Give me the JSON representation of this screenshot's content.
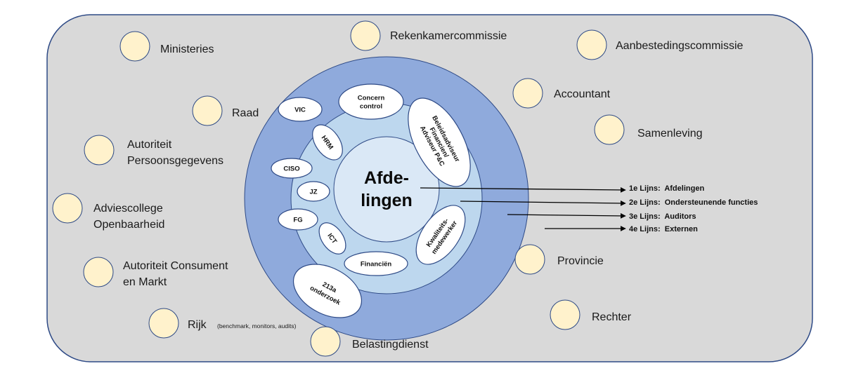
{
  "colors": {
    "background_panel": "#d9d9d9",
    "panel_border": "#2e4a86",
    "outer_ring": "#8faadc",
    "middle_ring": "#bdd7ee",
    "core": "#dae8f6",
    "unit_fill": "#ffffff",
    "stakeholder_fill": "#fff2cc",
    "arrow": "#000000"
  },
  "core": {
    "line1": "Afde-",
    "line2": "lingen"
  },
  "units": [
    {
      "id": "concern-control",
      "lines": [
        "Concern",
        "control"
      ]
    },
    {
      "id": "vic",
      "lines": [
        "VIC"
      ]
    },
    {
      "id": "hrm",
      "lines": [
        "HRM"
      ]
    },
    {
      "id": "ciso",
      "lines": [
        "CISO"
      ]
    },
    {
      "id": "jz",
      "lines": [
        "JZ"
      ]
    },
    {
      "id": "fg",
      "lines": [
        "FG"
      ]
    },
    {
      "id": "ict",
      "lines": [
        "ICT"
      ]
    },
    {
      "id": "financien",
      "lines": [
        "Financiën"
      ]
    },
    {
      "id": "kwaliteit",
      "lines": [
        "Kwaliteits-",
        "medewerker"
      ]
    },
    {
      "id": "beleidsadviseur",
      "lines": [
        "Beleidsadviseur",
        "Financien/",
        "Adviseur P&C"
      ]
    },
    {
      "id": "onderzoek-213a",
      "lines": [
        "213a",
        "onderzoek"
      ]
    }
  ],
  "stakeholders": [
    {
      "id": "ministeries",
      "lines": [
        "Ministeries"
      ]
    },
    {
      "id": "rekenkamercommissie",
      "lines": [
        "Rekenkamercommissie"
      ]
    },
    {
      "id": "aanbestedingscommissie",
      "lines": [
        "Aanbestedingscommissie"
      ]
    },
    {
      "id": "raad",
      "lines": [
        "Raad"
      ]
    },
    {
      "id": "accountant",
      "lines": [
        "Accountant"
      ]
    },
    {
      "id": "samenleving",
      "lines": [
        "Samenleving"
      ]
    },
    {
      "id": "autoriteit-persoonsgegevens",
      "lines": [
        "Autoriteit",
        "Persoonsgegevens"
      ]
    },
    {
      "id": "adviescollege-openbaarheid",
      "lines": [
        "Adviescollege",
        "Openbaarheid"
      ]
    },
    {
      "id": "autoriteit-consument-markt",
      "lines": [
        "Autoriteit Consument",
        "en Markt"
      ]
    },
    {
      "id": "rijk",
      "lines": [
        "Rijk"
      ],
      "note": "(benchmark, monitors, audits)"
    },
    {
      "id": "belastingdienst",
      "lines": [
        "Belastingdienst"
      ]
    },
    {
      "id": "provincie",
      "lines": [
        "Provincie"
      ]
    },
    {
      "id": "rechter",
      "lines": [
        "Rechter"
      ]
    }
  ],
  "legend": [
    "1e Lijns:  Afdelingen",
    "2e Lijns:  Ondersteunende functies",
    "3e Lijns:  Auditors",
    "4e Lijns:  Externen"
  ]
}
